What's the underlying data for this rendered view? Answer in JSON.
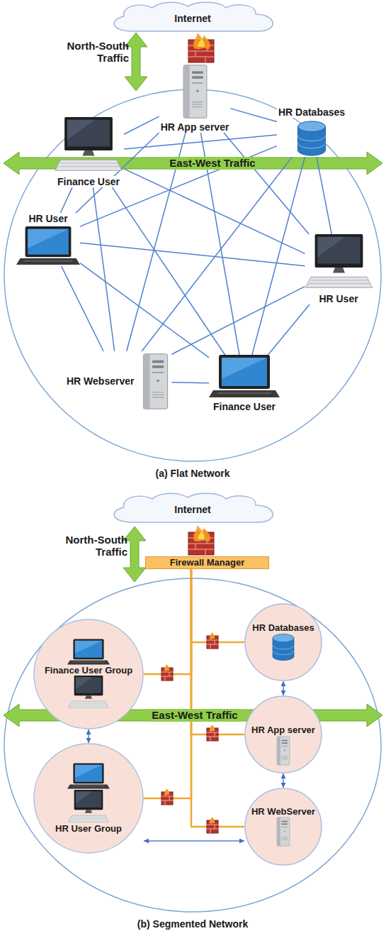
{
  "diagram": {
    "nodes": [
      {
        "text": [
          "Internet"
        ]
      },
      {
        "text": [
          "HR App server"
        ]
      },
      {
        "text": [
          "HR Databases"
        ]
      },
      {
        "text": [
          "Finance User"
        ]
      },
      {
        "text": [
          "HR User"
        ]
      },
      {
        "text": [
          "HR User"
        ]
      },
      {
        "text": [
          "HR Webserver"
        ]
      },
      {
        "text": [
          "Finance User"
        ]
      },
      {
        "text": [
          "Internet"
        ]
      },
      {
        "text": [
          "Firewall Manager"
        ]
      },
      {
        "text": [
          "Finance User Group"
        ]
      },
      {
        "text": [
          "HR User Group"
        ]
      },
      {
        "text": [
          "HR Databases"
        ]
      },
      {
        "text": [
          "HR App server"
        ]
      },
      {
        "text": [
          "HR WebServer"
        ]
      }
    ],
    "edges": [
      {
        "from": 1,
        "to": 2,
        "arrow": "none"
      },
      {
        "from": 1,
        "to": 3,
        "arrow": "none"
      },
      {
        "from": 1,
        "to": 4,
        "arrow": "none"
      },
      {
        "from": 1,
        "to": 5,
        "arrow": "none"
      },
      {
        "from": 1,
        "to": 6,
        "arrow": "none"
      },
      {
        "from": 1,
        "to": 7,
        "arrow": "none"
      },
      {
        "from": 2,
        "to": 3,
        "arrow": "none"
      },
      {
        "from": 2,
        "to": 4,
        "arrow": "none"
      },
      {
        "from": 2,
        "to": 5,
        "arrow": "none"
      },
      {
        "from": 2,
        "to": 6,
        "arrow": "none"
      },
      {
        "from": 2,
        "to": 7,
        "arrow": "none"
      },
      {
        "from": 3,
        "to": 4,
        "arrow": "none"
      },
      {
        "from": 3,
        "to": 5,
        "arrow": "none"
      },
      {
        "from": 3,
        "to": 6,
        "arrow": "none"
      },
      {
        "from": 3,
        "to": 7,
        "arrow": "none"
      },
      {
        "from": 4,
        "to": 5,
        "arrow": "none"
      },
      {
        "from": 4,
        "to": 6,
        "arrow": "none"
      },
      {
        "from": 4,
        "to": 7,
        "arrow": "none"
      },
      {
        "from": 5,
        "to": 6,
        "arrow": "none"
      },
      {
        "from": 5,
        "to": 7,
        "arrow": "none"
      },
      {
        "from": 6,
        "to": 7,
        "arrow": "none"
      },
      {
        "from": 9,
        "to": 10,
        "arrow": "none"
      },
      {
        "from": 9,
        "to": 11,
        "arrow": "none"
      },
      {
        "from": 9,
        "to": 12,
        "arrow": "none"
      },
      {
        "from": 9,
        "to": 13,
        "arrow": "none"
      },
      {
        "from": 9,
        "to": 14,
        "arrow": "none"
      },
      {
        "from": 10,
        "to": 11,
        "arrow": "both"
      },
      {
        "from": 12,
        "to": 13,
        "arrow": "both"
      },
      {
        "from": 13,
        "to": 14,
        "arrow": "both"
      },
      {
        "from": 11,
        "to": 14,
        "arrow": "both"
      }
    ],
    "labels": [
      "North-South Traffic",
      "East-West Traffic",
      "(a) Flat Network",
      "North-South Traffic",
      "East-West Traffic",
      "(b) Segmented Network"
    ]
  }
}
